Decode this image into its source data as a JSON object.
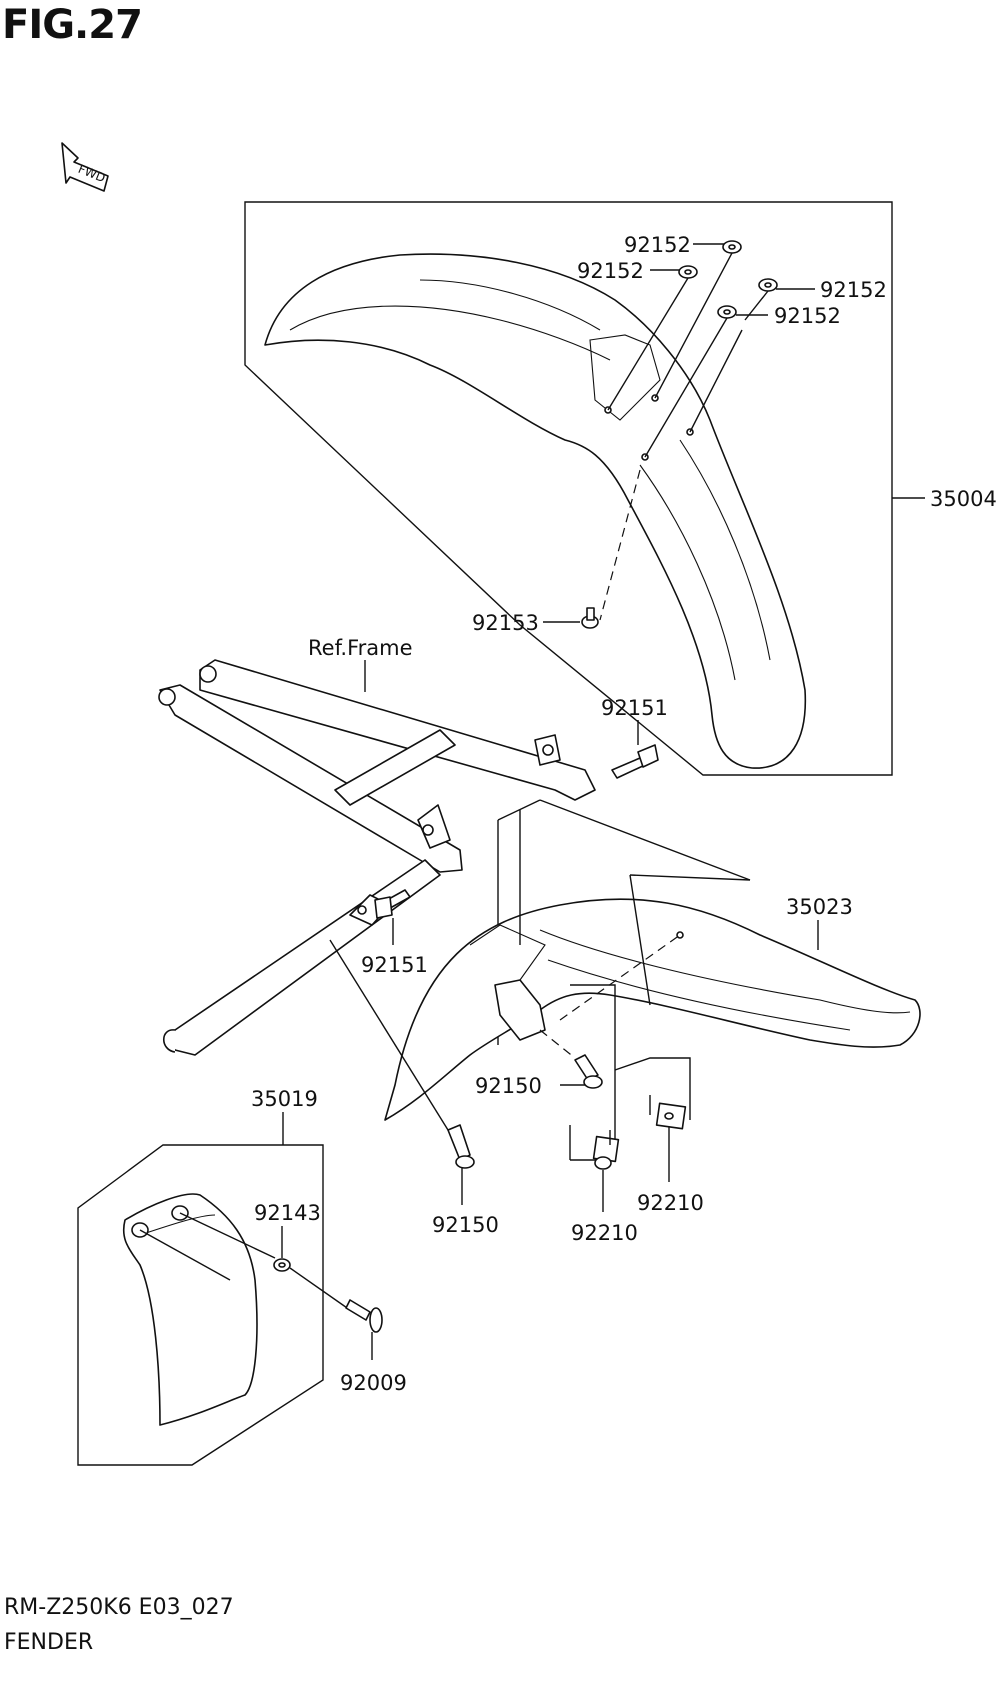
{
  "figure": {
    "title": "FIG.27",
    "model_code": "RM-Z250K6 E03_027",
    "section_name": "FENDER",
    "fwd_arrow_text": "FWD"
  },
  "callouts": [
    {
      "id": "c1",
      "text": "92152"
    },
    {
      "id": "c2",
      "text": "92152"
    },
    {
      "id": "c3",
      "text": "92152"
    },
    {
      "id": "c4",
      "text": "92152"
    },
    {
      "id": "c5",
      "text": "35004"
    },
    {
      "id": "c6",
      "text": "92153"
    },
    {
      "id": "c7",
      "text": "Ref.Frame"
    },
    {
      "id": "c8",
      "text": "92151"
    },
    {
      "id": "c9",
      "text": "35023"
    },
    {
      "id": "c10",
      "text": "92151"
    },
    {
      "id": "c11",
      "text": "92150"
    },
    {
      "id": "c12",
      "text": "35019"
    },
    {
      "id": "c13",
      "text": "92143"
    },
    {
      "id": "c14",
      "text": "92150"
    },
    {
      "id": "c15",
      "text": "92210"
    },
    {
      "id": "c16",
      "text": "92210"
    },
    {
      "id": "c17",
      "text": "92009"
    }
  ]
}
